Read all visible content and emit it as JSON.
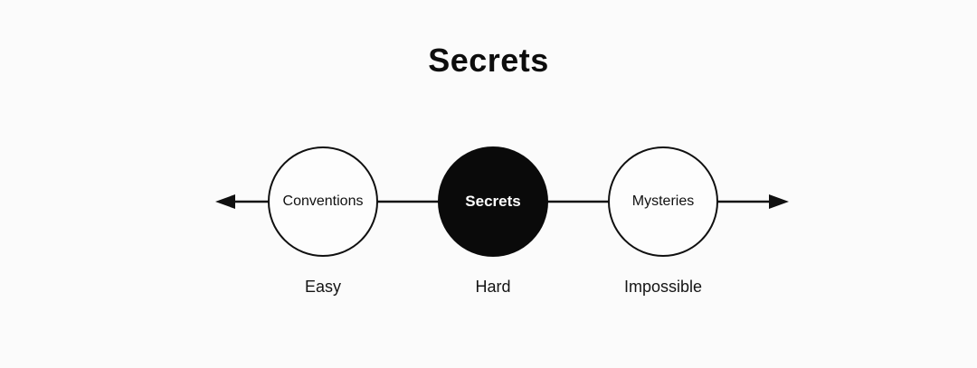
{
  "title": "Secrets",
  "nodes": [
    {
      "label": "Conventions",
      "difficulty": "Easy",
      "style": "outline"
    },
    {
      "label": "Secrets",
      "difficulty": "Hard",
      "style": "filled"
    },
    {
      "label": "Mysteries",
      "difficulty": "Impossible",
      "style": "outline"
    }
  ],
  "axis": {
    "type": "double-headed-arrow",
    "direction": "horizontal"
  },
  "colors": {
    "stroke": "#101010",
    "filled_node": "#0a0a0a",
    "outline_node_fill": "#fdfdfd",
    "background": "#fbfbfb",
    "text": "#101010",
    "filled_node_text": "#ffffff"
  }
}
